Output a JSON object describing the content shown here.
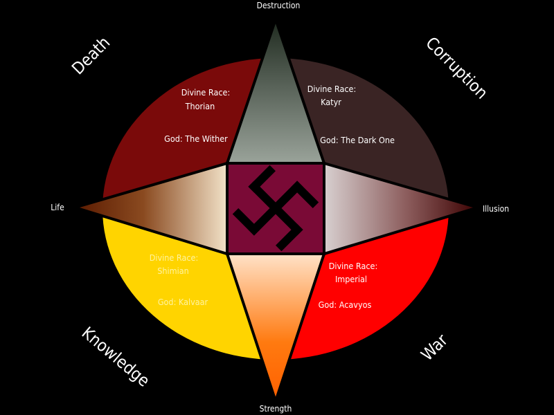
{
  "directions": {
    "top": "Destruction",
    "bottom": "Strength",
    "left": "Life",
    "right": "Illusion"
  },
  "quadrants": {
    "top_left": {
      "title": "Death",
      "race_label": "Divine Race:",
      "race": "Thorian",
      "god": "God: The Wither",
      "color": "#7a0a0a"
    },
    "top_right": {
      "title": "Corruption",
      "race_label": "Divine Race:",
      "race": "Katyr",
      "god": "God: The Dark One",
      "color": "#3a2424"
    },
    "bottom_left": {
      "title": "Knowledge",
      "race_label": "Divine Race:",
      "race": "Shimian",
      "god": "God: Kalvaar",
      "color": "#ffd400"
    },
    "bottom_right": {
      "title": "War",
      "race_label": "Divine Race:",
      "race": "Imperial",
      "god": "God: Acavyos",
      "color": "#ff0000"
    }
  },
  "center": {
    "symbol": "swastika-symbol",
    "color": "#7a0a36"
  }
}
